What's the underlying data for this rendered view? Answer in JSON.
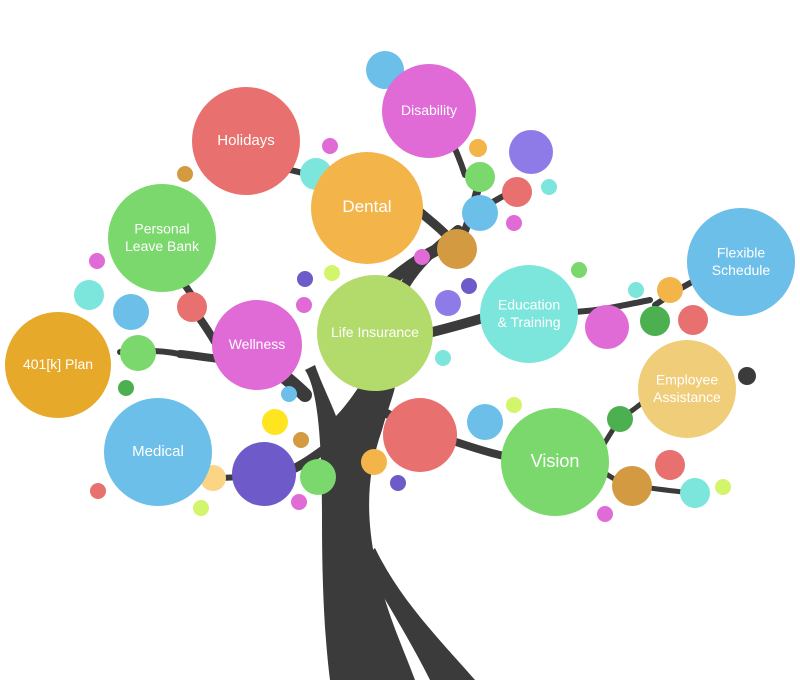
{
  "colors": {
    "trunk": "#3b3b3b",
    "text": "#ffffff",
    "red": "#e8706f",
    "magenta": "#e06ad6",
    "orange": "#f3b54a",
    "green": "#7ad86c",
    "lime": "#b3db6b",
    "cyan": "#7de6dc",
    "blue": "#6bbfe9",
    "gold": "#e6a92a",
    "amber": "#f0cd78",
    "purple": "#8f7be8",
    "indigo": "#6e5bc9",
    "brown": "#d39a42",
    "darkgreen": "#4caf50",
    "charcoal": "#3b3b3b",
    "yellow": "#ffe51f",
    "peach": "#fbd485",
    "lightlime": "#d2f56b"
  },
  "benefits": [
    {
      "key": "holidays",
      "label": "Holidays",
      "color": "red"
    },
    {
      "key": "disability",
      "label": "Disability",
      "color": "magenta"
    },
    {
      "key": "dental",
      "label": "Dental",
      "color": "orange"
    },
    {
      "key": "personal-leave-bank",
      "label": "Personal\nLeave Bank",
      "color": "green"
    },
    {
      "key": "flexible-schedule",
      "label": "Flexible\nSchedule",
      "color": "blue"
    },
    {
      "key": "education-training",
      "label": "Education\n& Training",
      "color": "cyan"
    },
    {
      "key": "life-insurance",
      "label": "Life Insurance",
      "color": "lime"
    },
    {
      "key": "wellness",
      "label": "Wellness",
      "color": "magenta"
    },
    {
      "key": "401k-plan",
      "label": "401[k] Plan",
      "color": "gold"
    },
    {
      "key": "employee-assistance",
      "label": "Employee\nAssistance",
      "color": "amber"
    },
    {
      "key": "medical",
      "label": "Medical",
      "color": "blue"
    },
    {
      "key": "vision",
      "label": "Vision",
      "color": "green"
    }
  ]
}
